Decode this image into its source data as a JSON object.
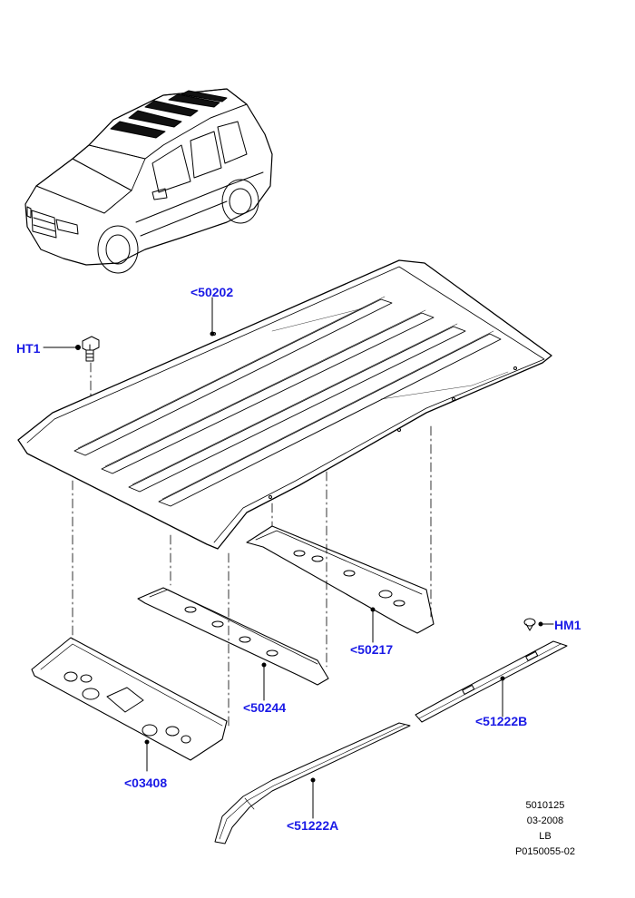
{
  "callouts": {
    "c50202": "<50202",
    "ht1": "HT1",
    "c50217": "<50217",
    "hm1": "HM1",
    "c50244": "<50244",
    "c51222b": "<51222B",
    "c03408": "<03408",
    "c51222a": "<51222A"
  },
  "info": {
    "line1": "5010125",
    "line2": "03-2008",
    "line3": "LB",
    "line4": "P0150055-02"
  },
  "colors": {
    "callout": "#1a1ae6",
    "stroke": "#000000"
  }
}
